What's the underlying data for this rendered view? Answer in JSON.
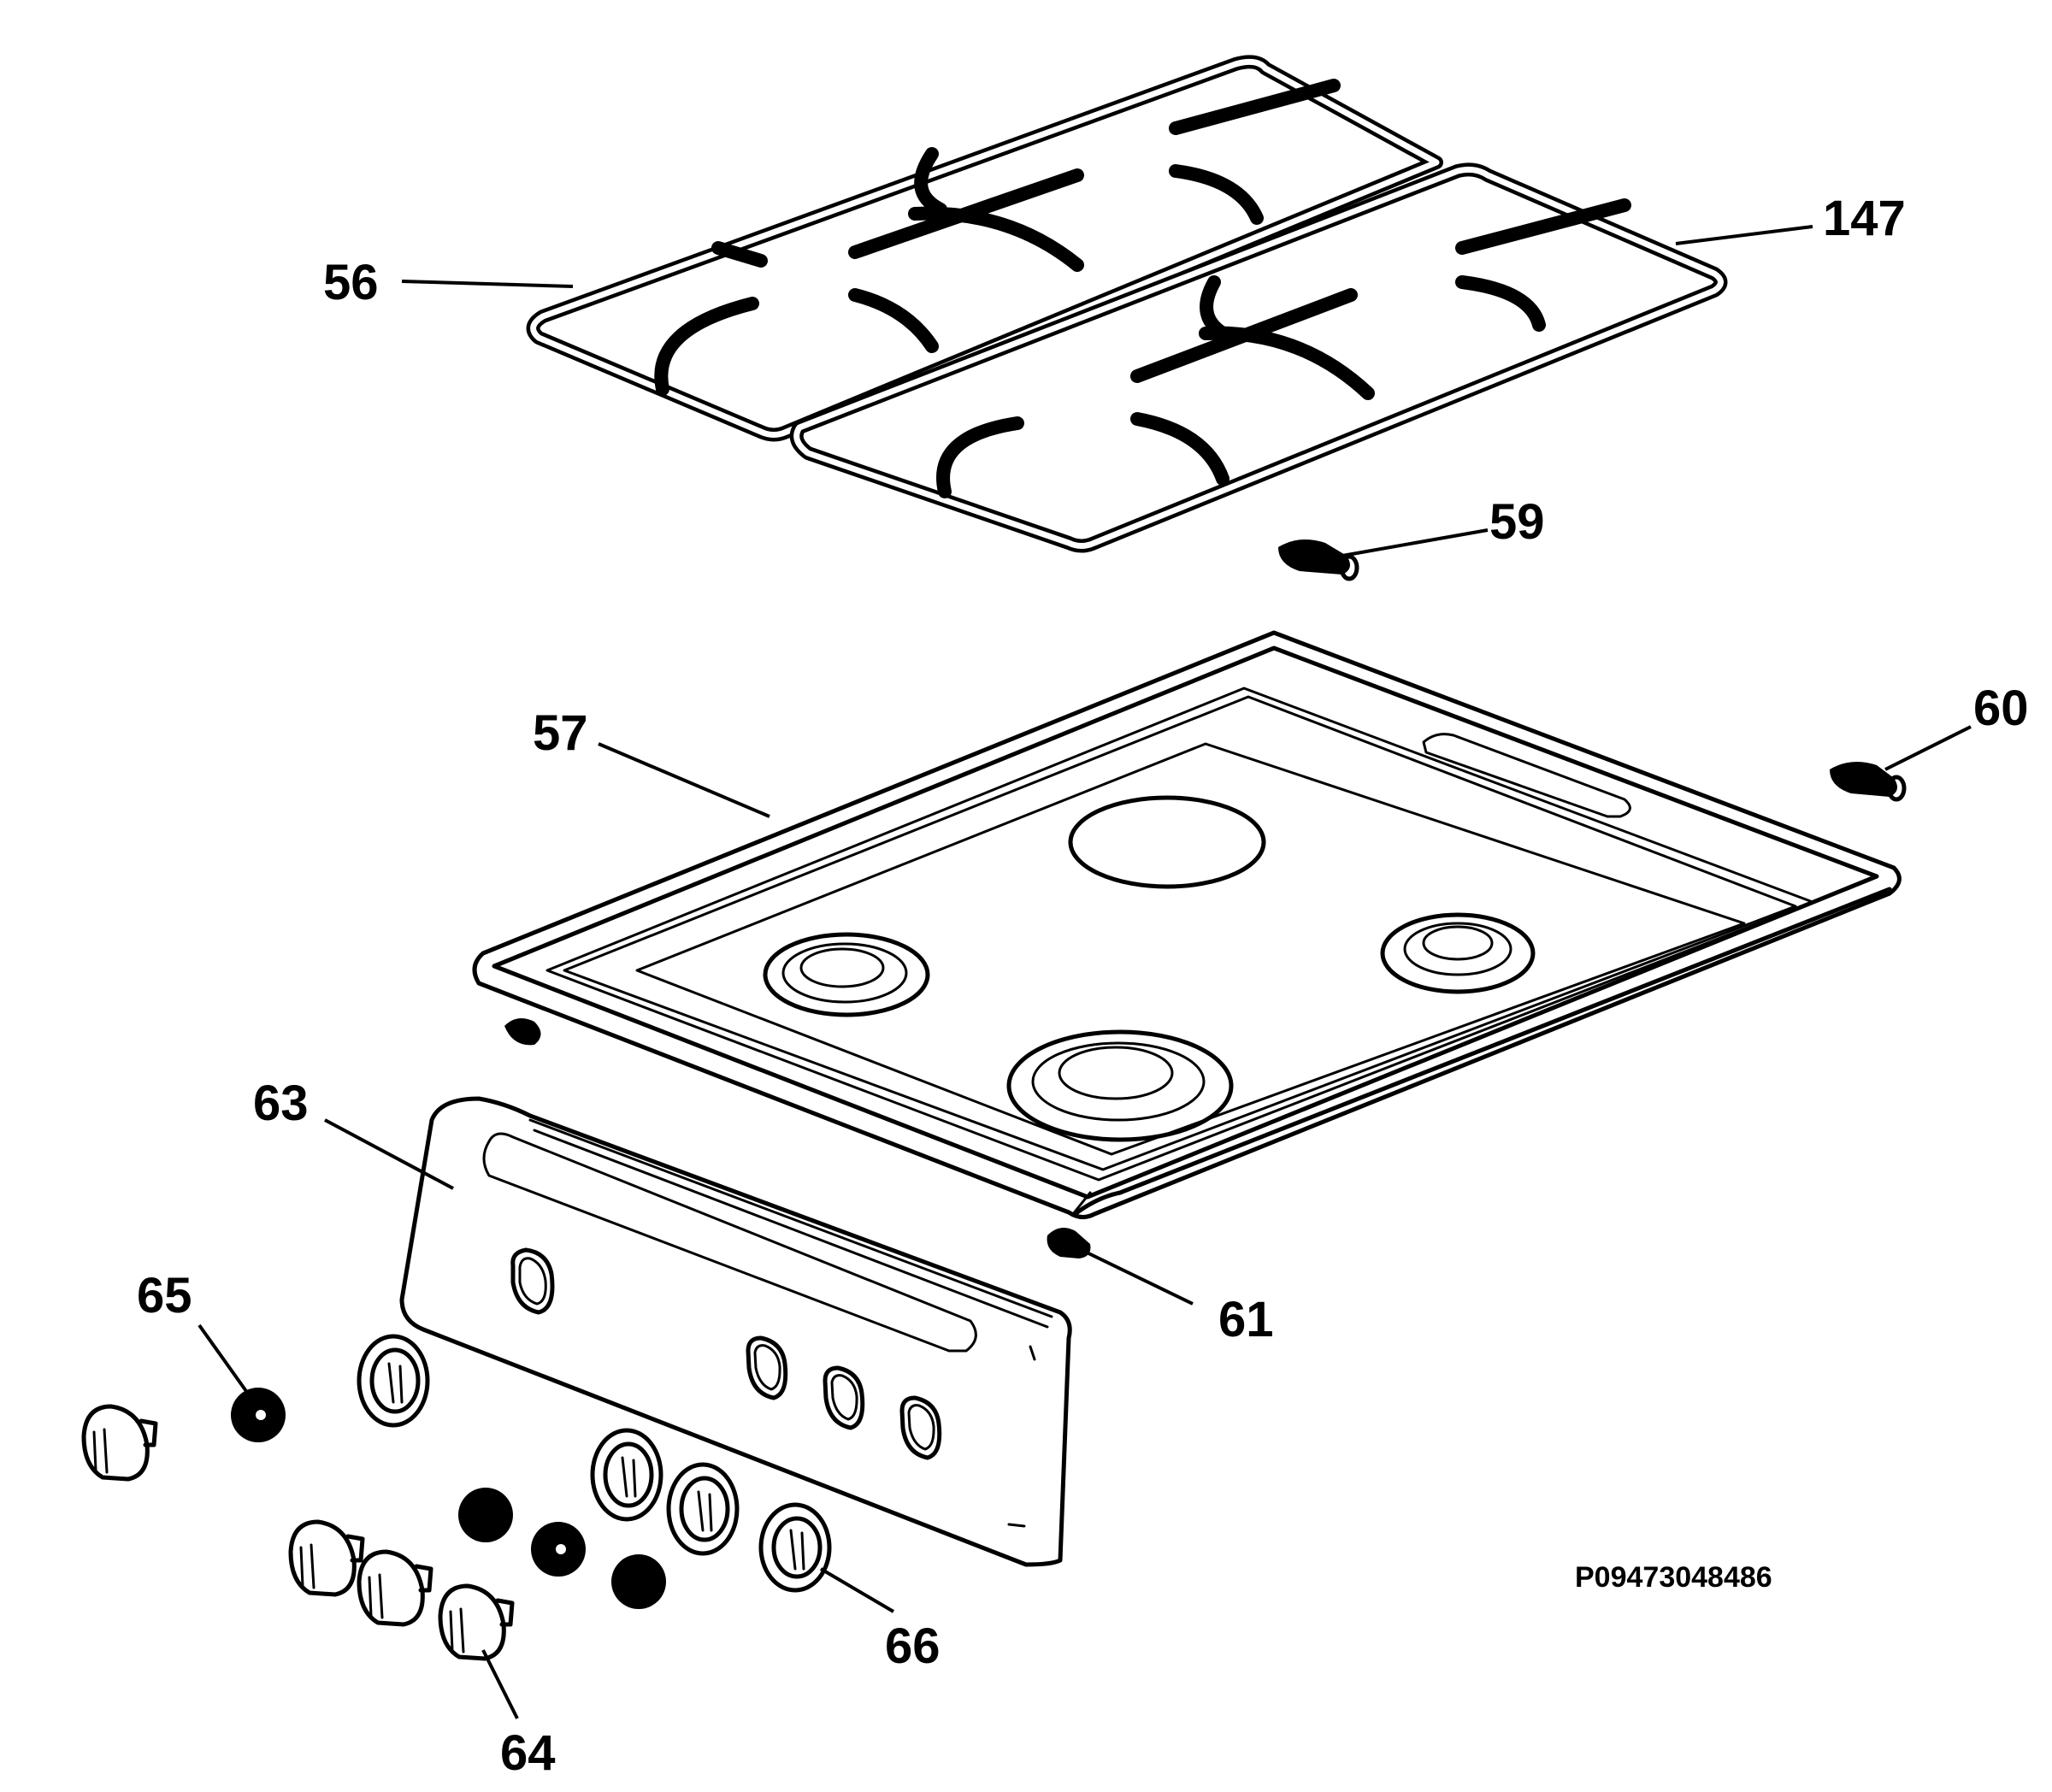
{
  "diagram": {
    "part_labels": {
      "p56": "56",
      "p147": "147",
      "p59": "59",
      "p57": "57",
      "p60": "60",
      "p63": "63",
      "p61": "61",
      "p65": "65",
      "p66": "66",
      "p64": "64"
    },
    "drawing_code": "P09473048486"
  }
}
